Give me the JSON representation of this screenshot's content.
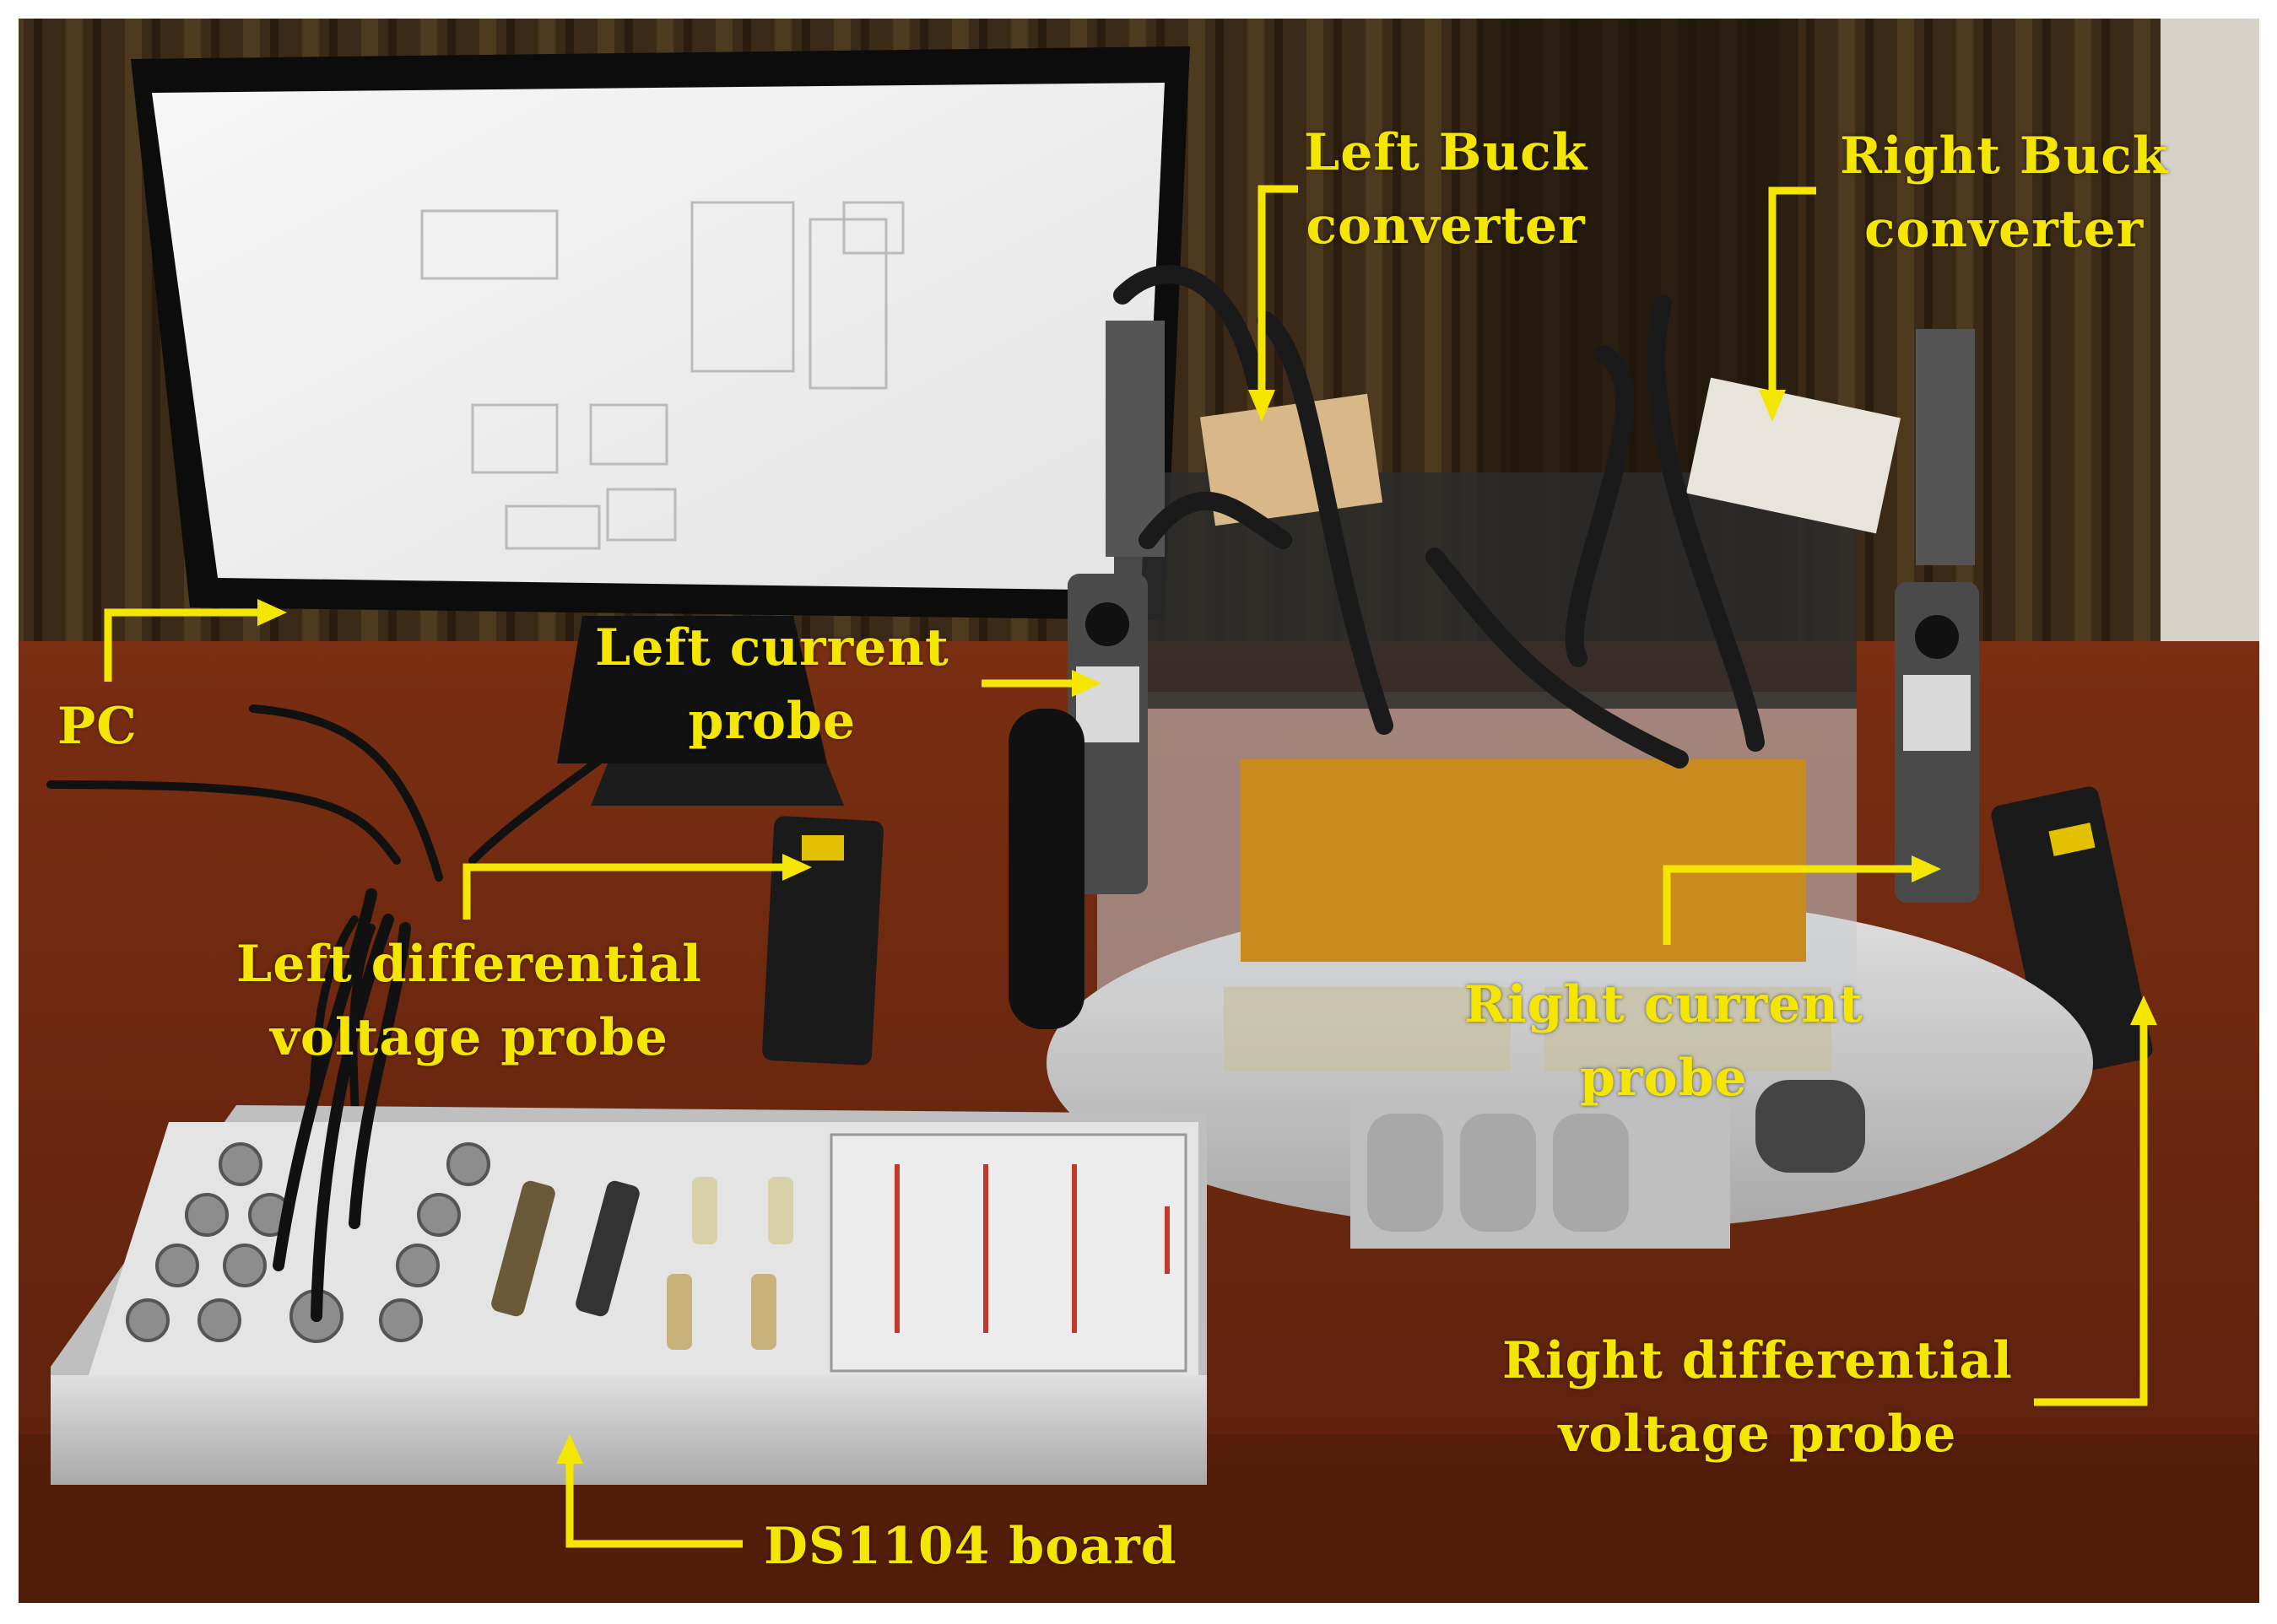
{
  "labels": {
    "left_buck": [
      "Left Buck",
      "converter"
    ],
    "right_buck": [
      "Right Buck",
      "converter"
    ],
    "left_current_probe": [
      "Left current",
      "probe"
    ],
    "pc": [
      "PC"
    ],
    "left_diff_probe": [
      "Left differential",
      "voltage probe"
    ],
    "right_current_probe": [
      "Right current",
      "probe"
    ],
    "right_diff_probe": [
      "Right differential",
      "voltage probe"
    ],
    "ds1104": [
      "DS1104 board"
    ]
  },
  "colors": {
    "annotation": "#f5e600",
    "wall": "#3a2a16",
    "desk": "#6b2a10",
    "frame": "#000000"
  }
}
